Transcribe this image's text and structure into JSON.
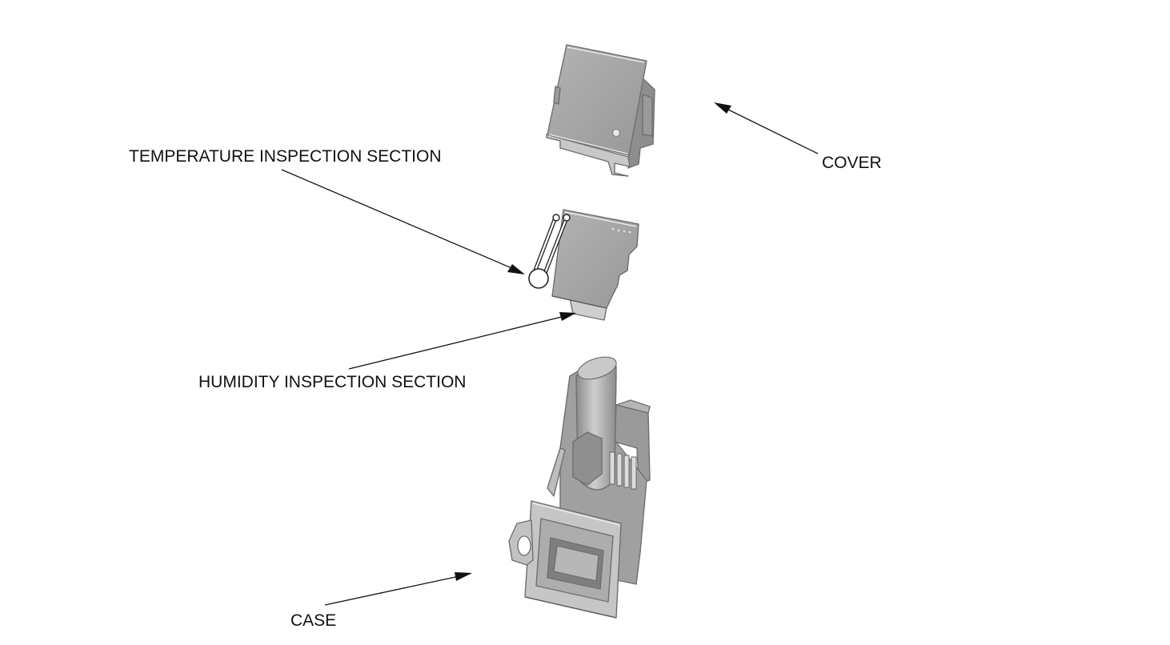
{
  "labels": {
    "cover": "COVER",
    "temperature_section": "TEMPERATURE INSPECTION SECTION",
    "humidity_section": "HUMIDITY INSPECTION SECTION",
    "case": "CASE"
  },
  "colors": {
    "part_fill": "#a4a4a4",
    "part_shade": "#8c8c8c",
    "part_light": "#d6d6d6",
    "line": "#111111",
    "background": "#ffffff"
  }
}
